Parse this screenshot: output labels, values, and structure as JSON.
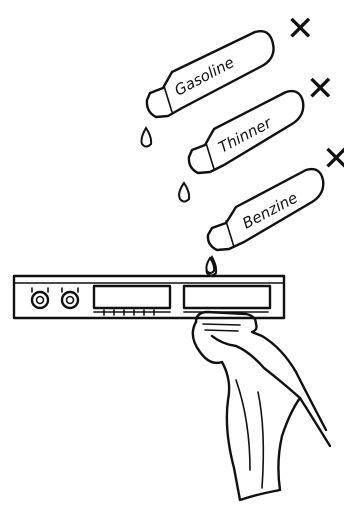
{
  "bottles": [
    {
      "label": "Gasoline",
      "mark": "✕"
    },
    {
      "label": "Thinner",
      "mark": "✕"
    },
    {
      "label": "Benzine",
      "mark": "✕"
    }
  ],
  "colors": {
    "ink": "#111111",
    "background": "#ffffff"
  },
  "icons": [
    "bottle-icon",
    "drop-icon",
    "cross-icon",
    "control-panel",
    "hand-icon",
    "cloth-icon"
  ]
}
